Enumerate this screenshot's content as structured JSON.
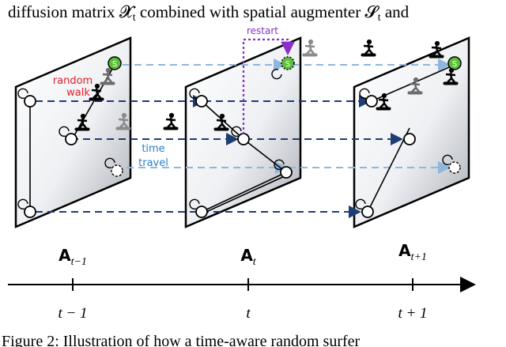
{
  "header_text": "diffusion matrix 𝓧",
  "header_sub": "t",
  "header_rest": " combined with spatial augmenter 𝓢",
  "header_sub2": "t",
  "header_tail": " and",
  "labels": {
    "random_walk_1": "random",
    "random_walk_2": "walk",
    "restart": "restart",
    "time_travel_1": "time",
    "time_travel_2": "travel",
    "s_marker": "S"
  },
  "matrices": [
    {
      "base": "A",
      "sub": "t−1"
    },
    {
      "base": "A",
      "sub": "t"
    },
    {
      "base": "A",
      "sub": "t+1"
    }
  ],
  "timeline": [
    "t − 1",
    "t",
    "t + 1"
  ],
  "caption": "Figure 2:  Illustration of how a time-aware random surfer",
  "colors": {
    "dark_dash": "#1f3c73",
    "light_dash": "#8fb6dd",
    "restart": "#8a2fc9",
    "random_walk": "#e0202a",
    "time_travel": "#2a7ed0",
    "s_node": "#5cbf3a"
  }
}
